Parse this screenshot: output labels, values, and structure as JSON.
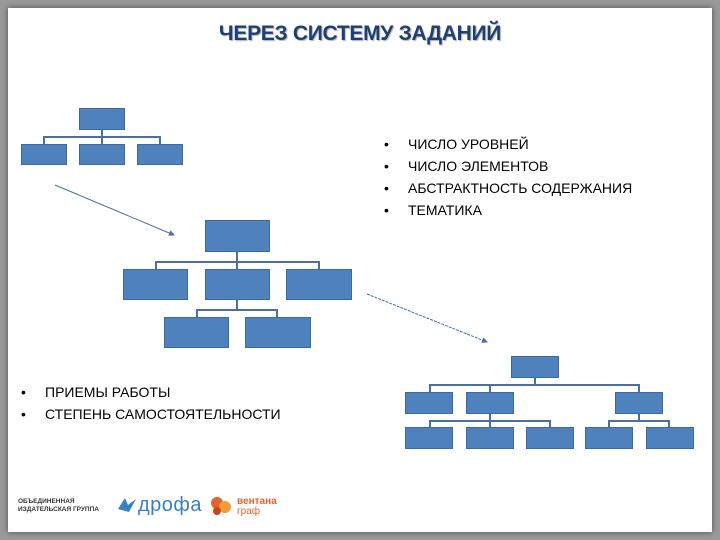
{
  "title": "ЧЕРЕЗ СИСТЕМУ ЗАДАНИЙ",
  "bullets_top": [
    "ЧИСЛО УРОВНЕЙ",
    "ЧИСЛО ЭЛЕМЕНТОВ",
    "АБСТРАКТНОСТЬ СОДЕРЖАНИЯ",
    "ТЕМАТИКА"
  ],
  "bullets_bottom": [
    "ПРИЕМЫ РАБОТЫ",
    "СТЕПЕНЬ САМОСТОЯТЕЛЬНОСТИ"
  ],
  "logos": {
    "group_line1": "ОБЪЕДИНЕННАЯ",
    "group_line2": "ИЗДАТЕЛЬСКАЯ ГРУППА",
    "drofa": "дрофа",
    "ventana_line1": "вентана",
    "ventana_line2": "граф"
  },
  "colors": {
    "box": "#4f81bd",
    "title": "#1f3f73",
    "connector": "#4a6fa0",
    "ventana": "#e8632b",
    "drofa": "#3a7fc1"
  }
}
